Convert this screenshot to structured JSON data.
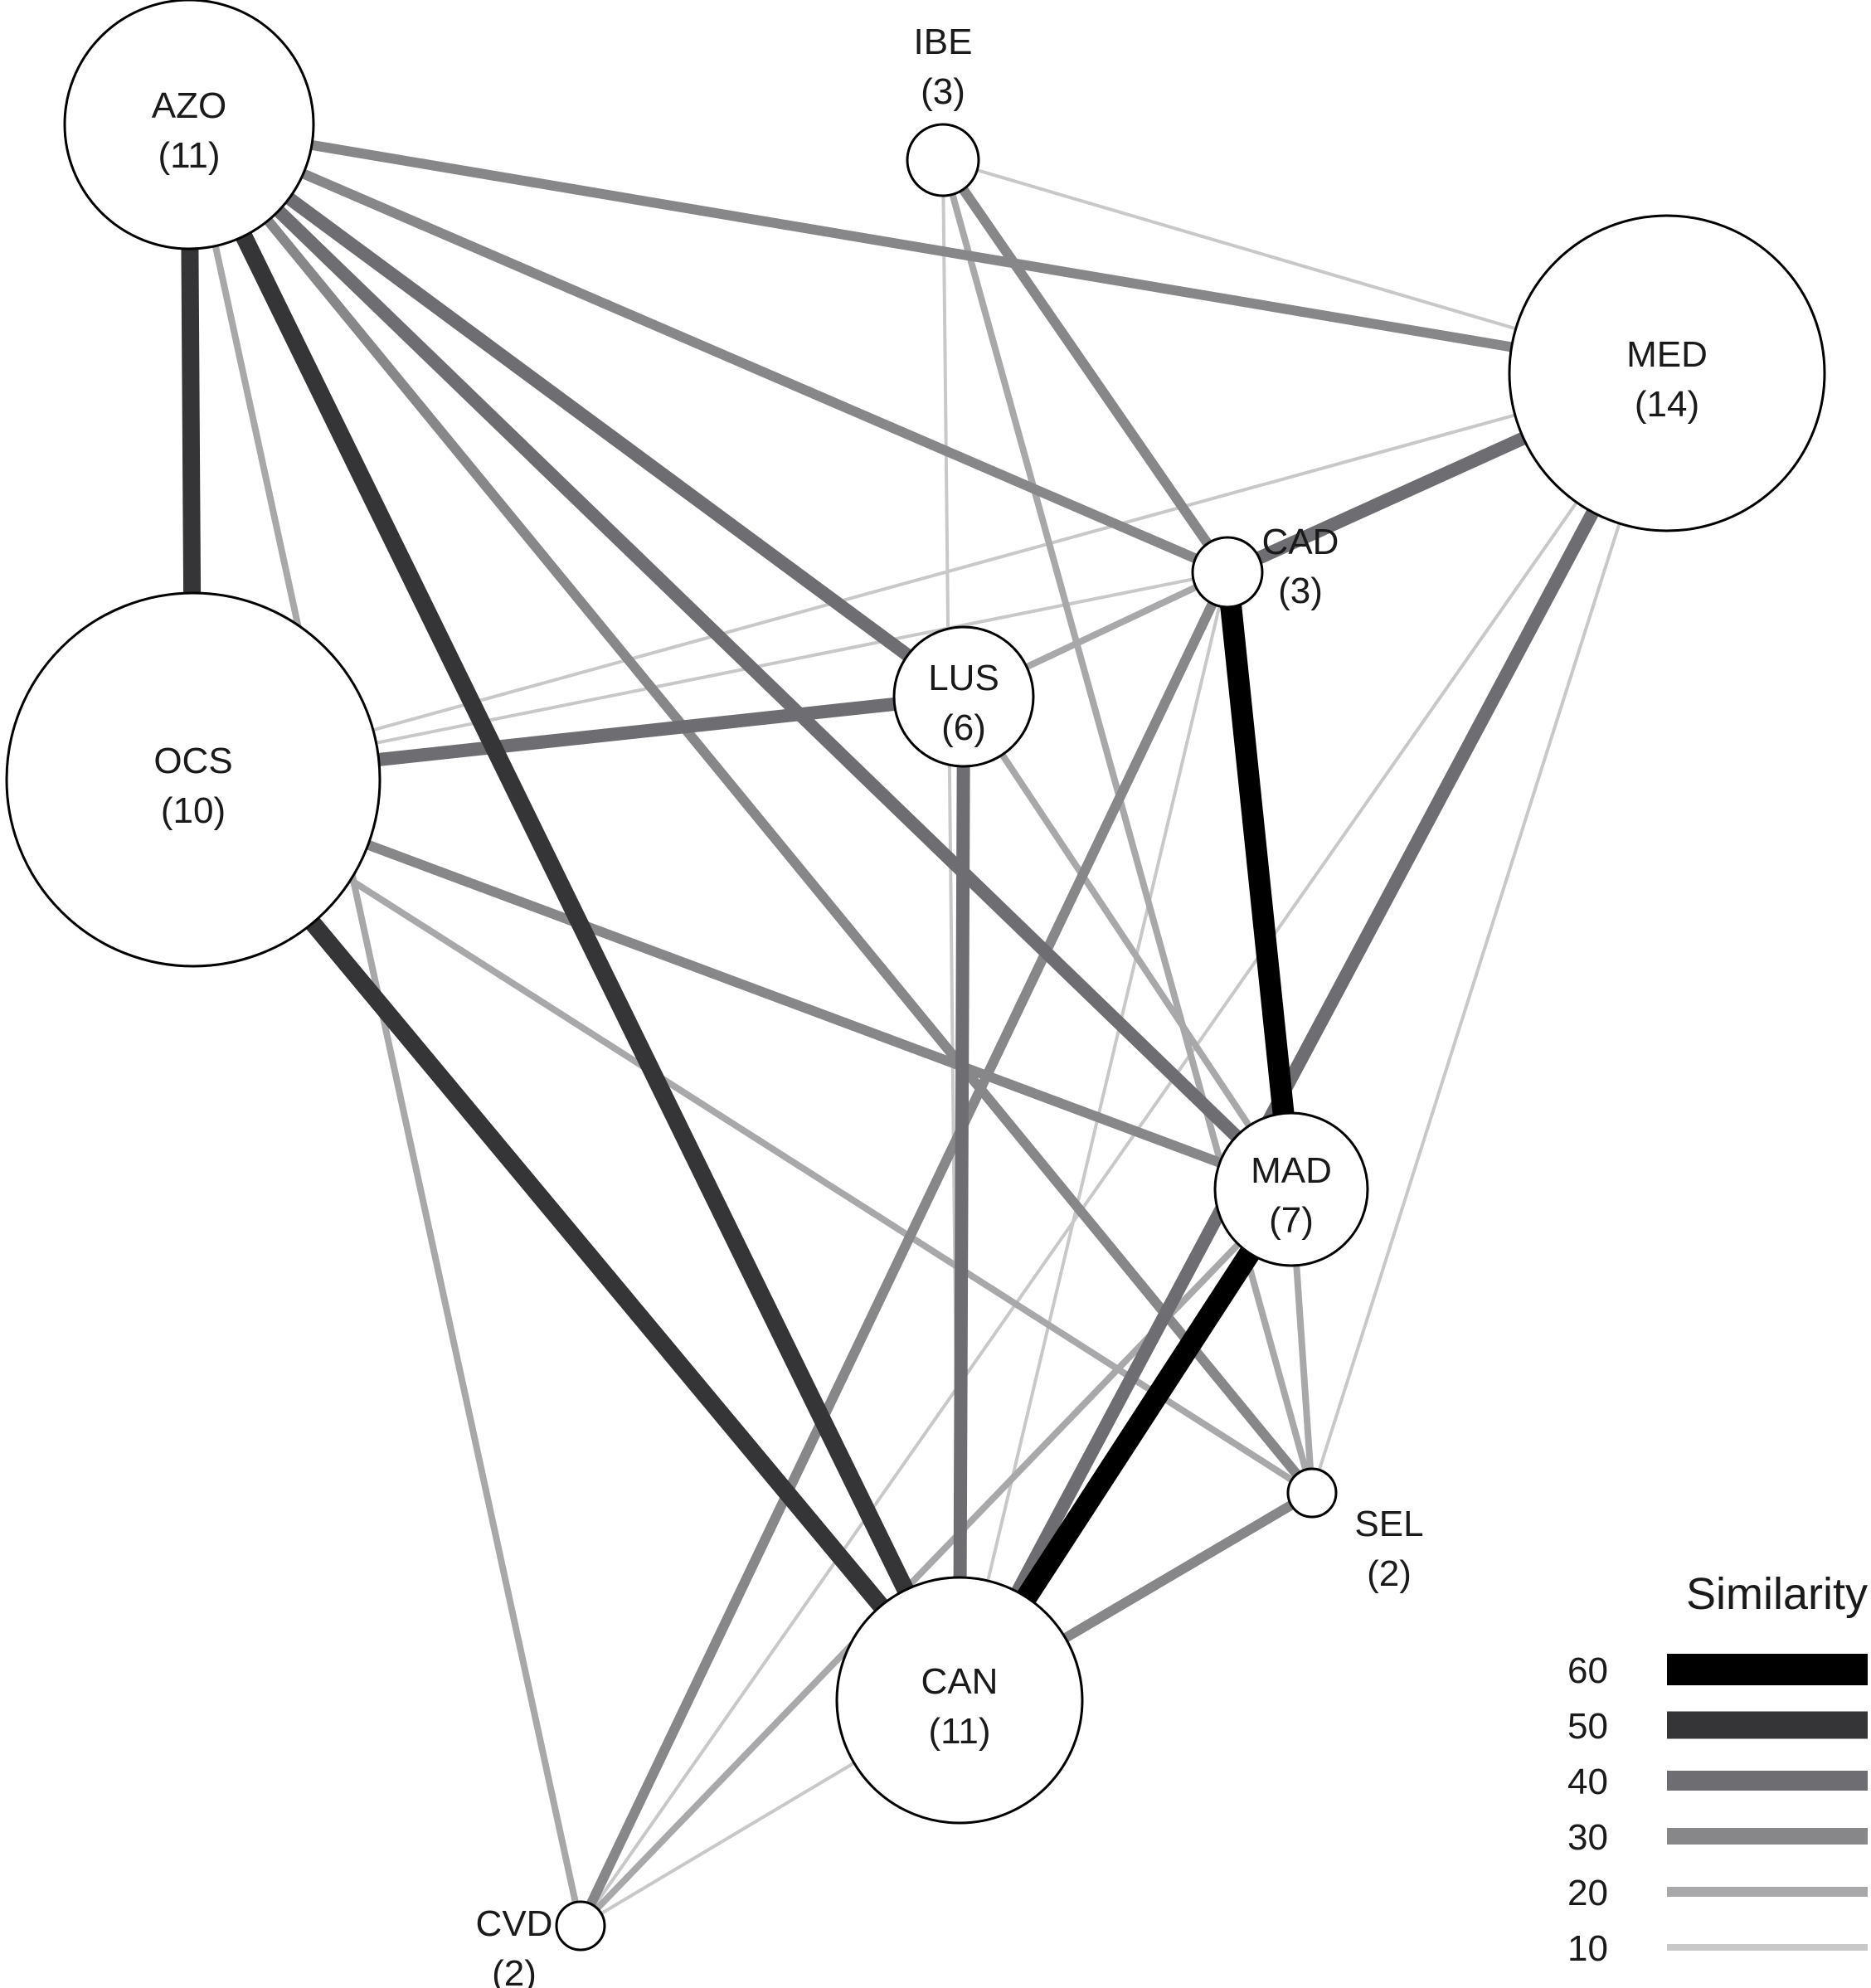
{
  "legend": {
    "title": "Similarity",
    "levels": [
      {
        "label": "60",
        "value": 60,
        "color": "#000000"
      },
      {
        "label": "50",
        "value": 50,
        "color": "#353436"
      },
      {
        "label": "40",
        "value": 40,
        "color": "#6e6e72"
      },
      {
        "label": "30",
        "value": 30,
        "color": "#87878a"
      },
      {
        "label": "20",
        "value": 20,
        "color": "#a8a8aa"
      },
      {
        "label": "10",
        "value": 10,
        "color": "#c8c8c8"
      }
    ]
  },
  "nodes": [
    {
      "id": "AZO",
      "name": "AZO",
      "count": "(11)"
    },
    {
      "id": "IBE",
      "name": "IBE",
      "count": "(3)"
    },
    {
      "id": "MED",
      "name": "MED",
      "count": "(14)"
    },
    {
      "id": "CAD",
      "name": "CAD",
      "count": "(3)"
    },
    {
      "id": "OCS",
      "name": "OCS",
      "count": "(10)"
    },
    {
      "id": "LUS",
      "name": "LUS",
      "count": "(6)"
    },
    {
      "id": "MAD",
      "name": "MAD",
      "count": "(7)"
    },
    {
      "id": "SEL",
      "name": "SEL",
      "count": "(2)"
    },
    {
      "id": "CAN",
      "name": "CAN",
      "count": "(11)"
    },
    {
      "id": "CVD",
      "name": "CVD",
      "count": "(2)"
    }
  ],
  "edges": [
    {
      "from": "AZO",
      "to": "OCS",
      "similarity": 50
    },
    {
      "from": "AZO",
      "to": "CAN",
      "similarity": 50
    },
    {
      "from": "AZO",
      "to": "MED",
      "similarity": 30
    },
    {
      "from": "AZO",
      "to": "CAD",
      "similarity": 30
    },
    {
      "from": "AZO",
      "to": "LUS",
      "similarity": 40
    },
    {
      "from": "AZO",
      "to": "MAD",
      "similarity": 40
    },
    {
      "from": "AZO",
      "to": "SEL",
      "similarity": 30
    },
    {
      "from": "AZO",
      "to": "CVD",
      "similarity": 20
    },
    {
      "from": "IBE",
      "to": "MED",
      "similarity": 10
    },
    {
      "from": "IBE",
      "to": "CAD",
      "similarity": 30
    },
    {
      "from": "IBE",
      "to": "SEL",
      "similarity": 20
    },
    {
      "from": "IBE",
      "to": "CAN",
      "similarity": 10
    },
    {
      "from": "MED",
      "to": "CAD",
      "similarity": 40
    },
    {
      "from": "MED",
      "to": "OCS",
      "similarity": 10
    },
    {
      "from": "MED",
      "to": "CAN",
      "similarity": 40
    },
    {
      "from": "MED",
      "to": "SEL",
      "similarity": 10
    },
    {
      "from": "MED",
      "to": "CVD",
      "similarity": 10
    },
    {
      "from": "CAD",
      "to": "MAD",
      "similarity": 60
    },
    {
      "from": "CAD",
      "to": "LUS",
      "similarity": 20
    },
    {
      "from": "CAD",
      "to": "OCS",
      "similarity": 10
    },
    {
      "from": "CAD",
      "to": "CVD",
      "similarity": 30
    },
    {
      "from": "CAD",
      "to": "CAN",
      "similarity": 10
    },
    {
      "from": "OCS",
      "to": "LUS",
      "similarity": 40
    },
    {
      "from": "OCS",
      "to": "MAD",
      "similarity": 30
    },
    {
      "from": "OCS",
      "to": "CAN",
      "similarity": 50
    },
    {
      "from": "OCS",
      "to": "SEL",
      "similarity": 20
    },
    {
      "from": "LUS",
      "to": "CAN",
      "similarity": 40
    },
    {
      "from": "LUS",
      "to": "MAD",
      "similarity": 20
    },
    {
      "from": "MAD",
      "to": "CAN",
      "similarity": 60
    },
    {
      "from": "MAD",
      "to": "CVD",
      "similarity": 20
    },
    {
      "from": "MAD",
      "to": "SEL",
      "similarity": 20
    },
    {
      "from": "SEL",
      "to": "CAN",
      "similarity": 30
    },
    {
      "from": "CAN",
      "to": "CVD",
      "similarity": 10
    }
  ]
}
